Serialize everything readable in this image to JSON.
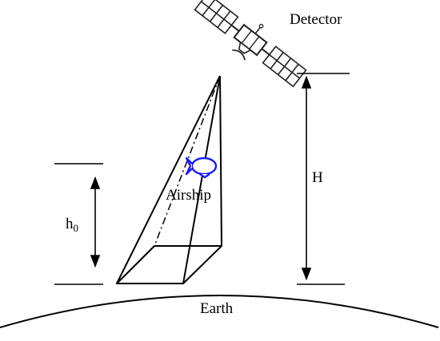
{
  "labels": {
    "detector": "Detector",
    "airship": "Airship",
    "earth": "Earth",
    "H": "H",
    "h0_base": "h",
    "h0_sub": "0"
  },
  "colors": {
    "lines": "#000000",
    "airship": "#1a1aff",
    "satellite": "#222222",
    "background": "#ffffff"
  },
  "icons": {
    "satellite": "satellite-icon",
    "airship": "airship-icon"
  }
}
